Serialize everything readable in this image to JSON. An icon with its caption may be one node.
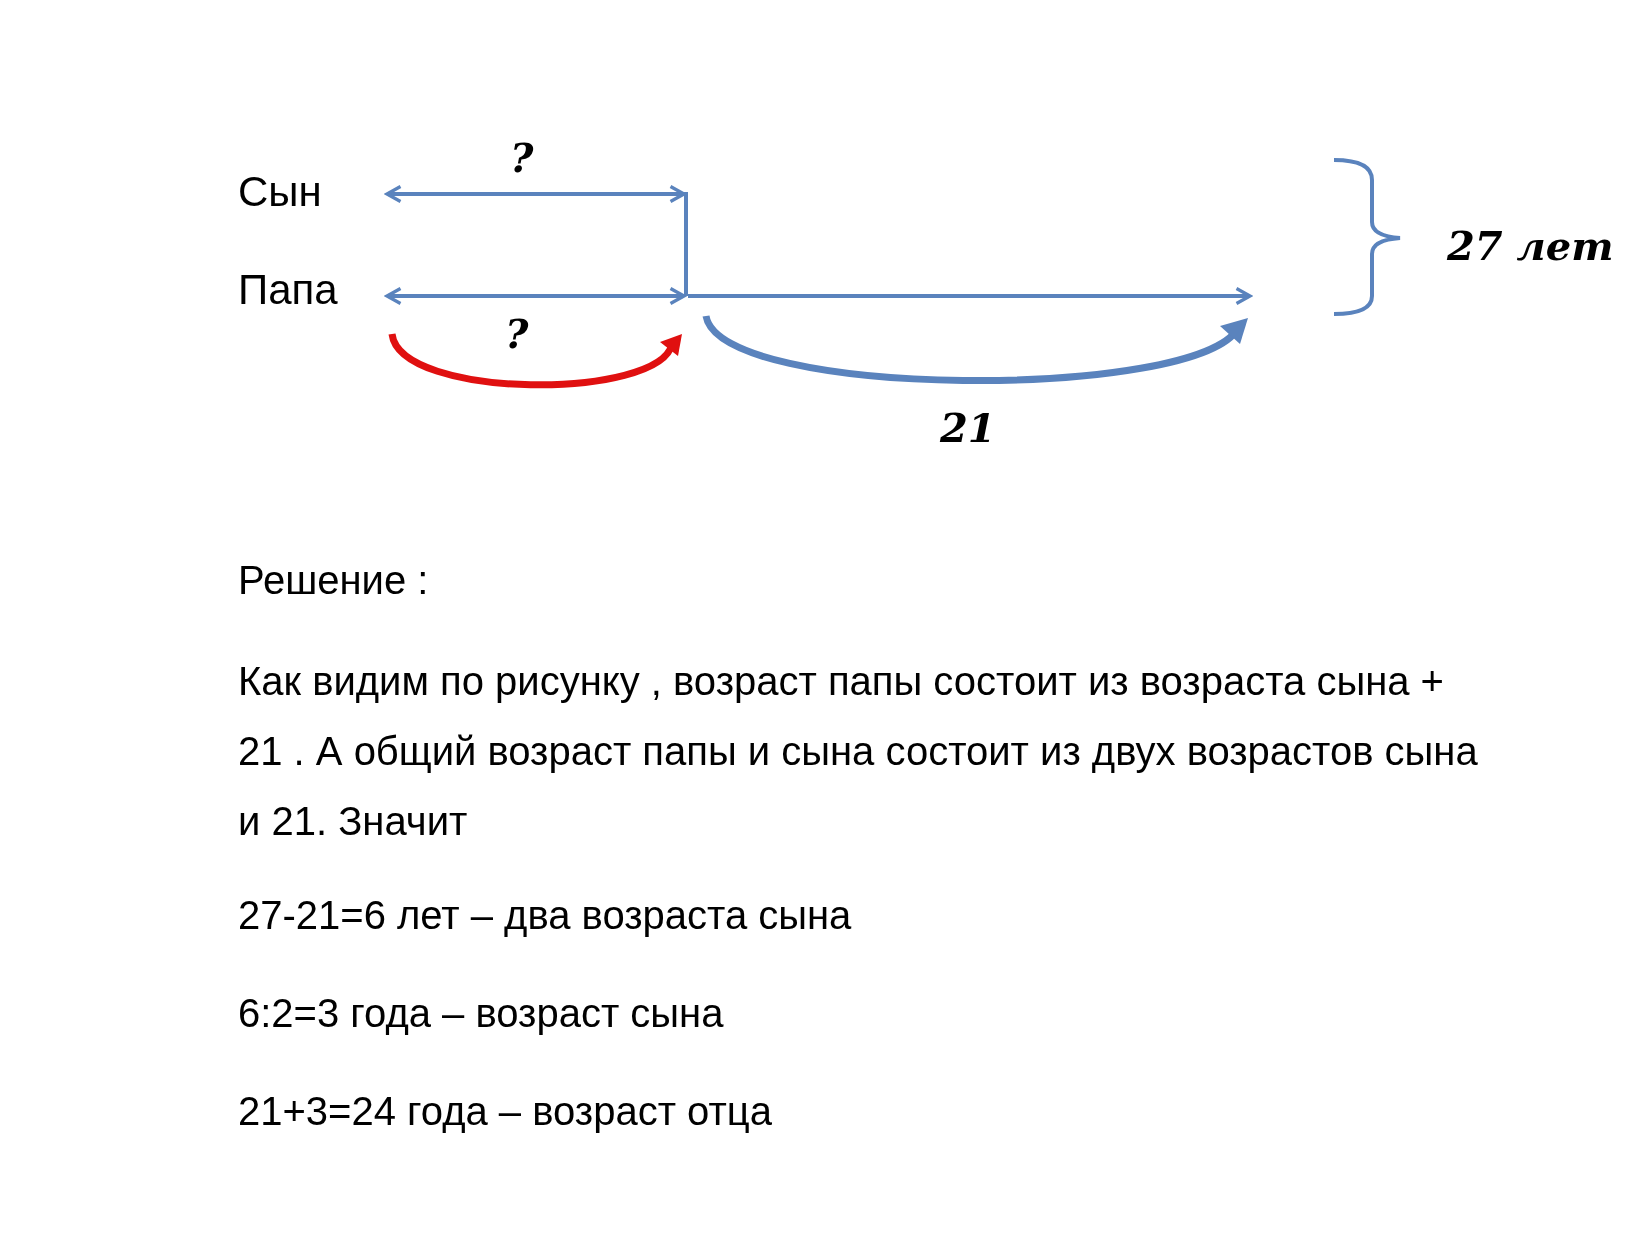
{
  "diagram": {
    "labels": [
      "?",
      "Сын",
      "Папа",
      "?",
      "27 лет",
      "21",
      "Решение :",
      "Как видим по рисунку , возраст папы состоит из возраста сына + 21 . А общий возраст папы и сына состоит из двух возрастов сына и 21. Значит",
      "27-21=6 лет – два возраста сына",
      "6:2=3 года – возраст сына",
      "21+3=24 года – возраст отца"
    ]
  }
}
